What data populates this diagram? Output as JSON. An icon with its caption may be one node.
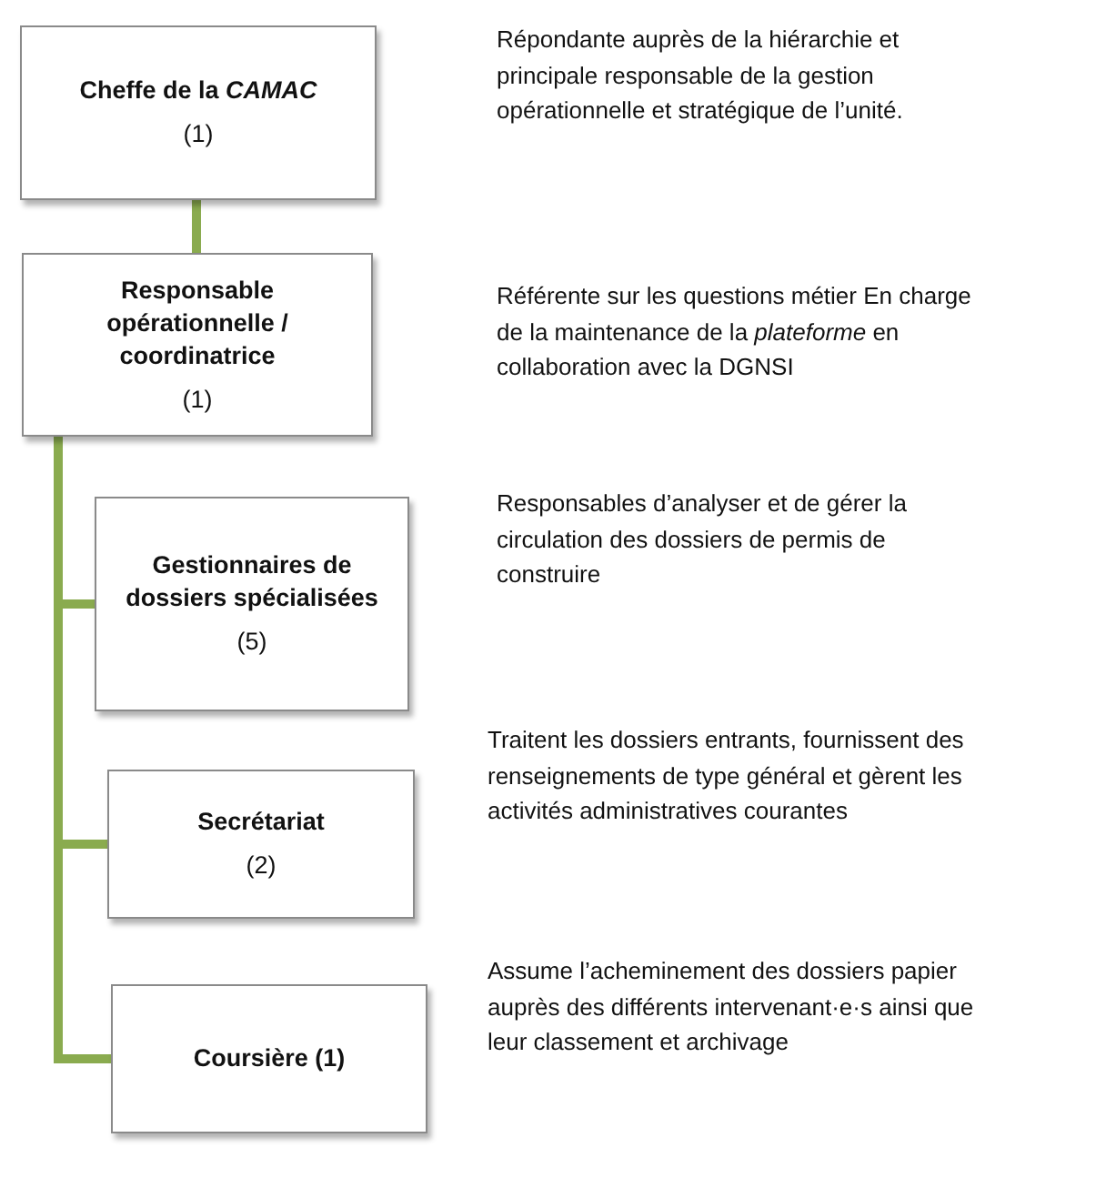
{
  "diagram": {
    "nodes": [
      {
        "text": [
          "Cheffe de la *CAMAC*",
          "(1)"
        ]
      },
      {
        "text": [
          "Responsable opérationnelle / coordinatrice",
          "(1)"
        ]
      },
      {
        "text": [
          "Gestionnaires de dossiers spécialisées",
          "(5)"
        ]
      },
      {
        "text": [
          "Secrétariat",
          "(2)"
        ]
      },
      {
        "text": [
          "**Coursière** (1)"
        ]
      }
    ],
    "edges": [
      {
        "from": 0,
        "to": 1,
        "arrow": "none",
        "color": "#8aab4f"
      },
      {
        "from": 1,
        "to": 2,
        "arrow": "none",
        "color": "#8aab4f"
      },
      {
        "from": 1,
        "to": 3,
        "arrow": "none",
        "color": "#8aab4f"
      },
      {
        "from": 1,
        "to": 4,
        "arrow": "none",
        "color": "#8aab4f"
      }
    ],
    "labels": [
      "Répondante auprès de la hiérarchie et principale responsable de la gestion opérationnelle et stratégique de l’unité.",
      "Référente sur les questions métier En charge de la maintenance de la *plateforme* en collaboration avec la DGNSI",
      "Responsables d’analyser et de gérer la circulation des dossiers de permis de construire",
      "Traitent les dossiers entrants, fournissent des renseignements de type général et gèrent les activités administratives courantes",
      "Assume l’acheminement des dossiers papier auprès des différents intervenant·e·s ainsi que leur classement et archivage"
    ]
  }
}
